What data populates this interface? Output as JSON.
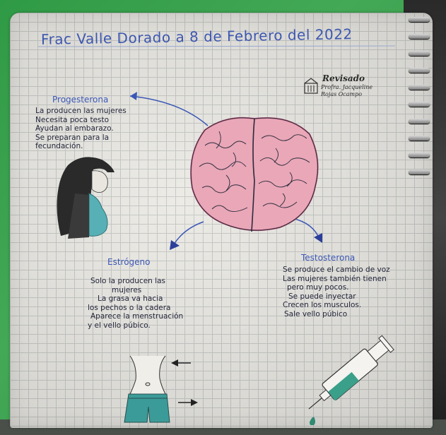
{
  "title": "Frac Valle Dorado a 8 de Febrero del 2022",
  "stamp": {
    "word": "Revisado",
    "line1": "Profra. Jacqueline",
    "line2": "Rojas Ocampo"
  },
  "progesterona": {
    "heading": "Progesterona",
    "lines": [
      "La producen las mujeres",
      "Necesita poca testo",
      "Ayudan al embarazo.",
      "Se preparan para la",
      "fecundación."
    ]
  },
  "estrogeno": {
    "heading": "Estrógeno",
    "lines": [
      "Solo la producen las",
      "mujeres",
      "La grasa va hacia",
      "los pechos o la cadera",
      "Aparece la menstruación",
      "y el vello púbico."
    ]
  },
  "testosterona": {
    "heading": "Testosterona",
    "lines": [
      "Se produce el cambio de voz",
      "Las mujeres también tienen",
      "pero muy pocos.",
      "Se puede inyectar",
      "Crecen los musculos.",
      "Sale vello púbico"
    ]
  },
  "colors": {
    "ink_blue": "#3b57b5",
    "brain_pink": "#e9a7b8",
    "liquid_teal": "#3aa08a",
    "page": "#ecebe6"
  },
  "icons": [
    "brain-drawing",
    "pregnant-woman-drawing",
    "torso-drawing",
    "syringe-drawing",
    "stamp-icon"
  ]
}
